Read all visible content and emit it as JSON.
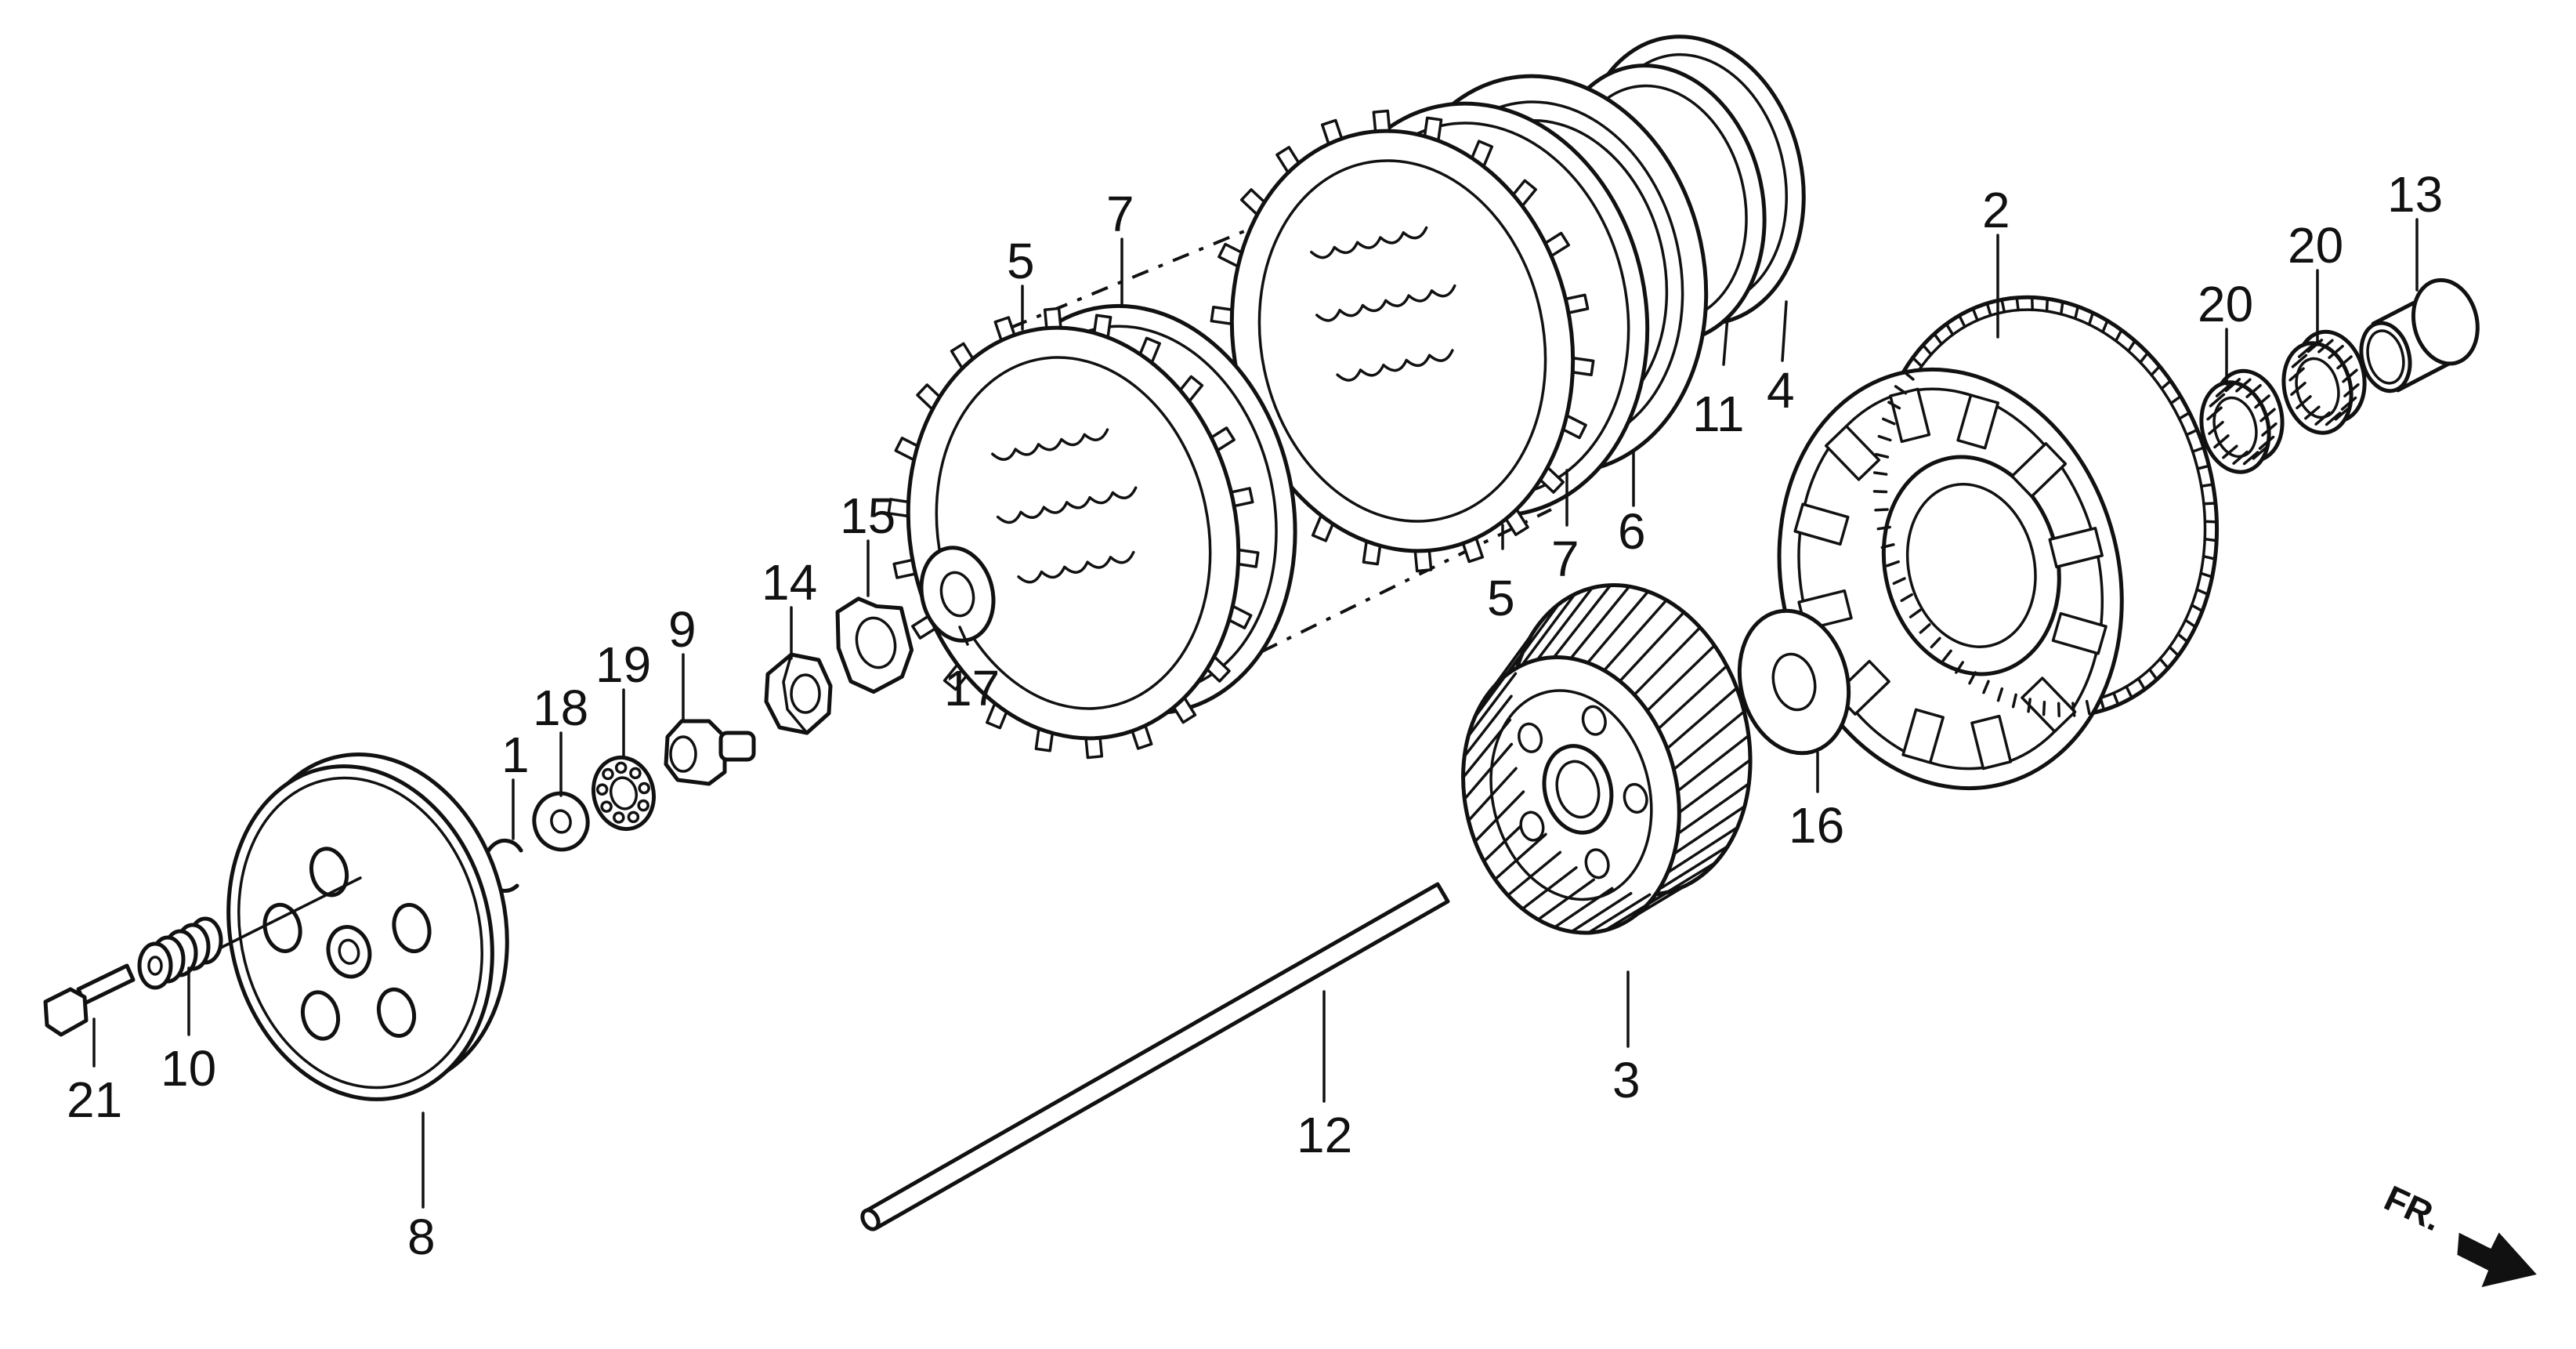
{
  "colors": {
    "ink": "#111111",
    "paper": "#ffffff"
  },
  "direction_label": "FR.",
  "labels": {
    "c1": "1",
    "c2": "2",
    "c3": "3",
    "c4": "4",
    "c5a": "5",
    "c5b": "5",
    "c6": "6",
    "c7a": "7",
    "c7b": "7",
    "c8": "8",
    "c9": "9",
    "c10": "10",
    "c11": "11",
    "c12": "12",
    "c13": "13",
    "c14": "14",
    "c15": "15",
    "c16": "16",
    "c17": "17",
    "c18": "18",
    "c19": "19",
    "c20a": "20",
    "c20b": "20",
    "c21": "21"
  }
}
